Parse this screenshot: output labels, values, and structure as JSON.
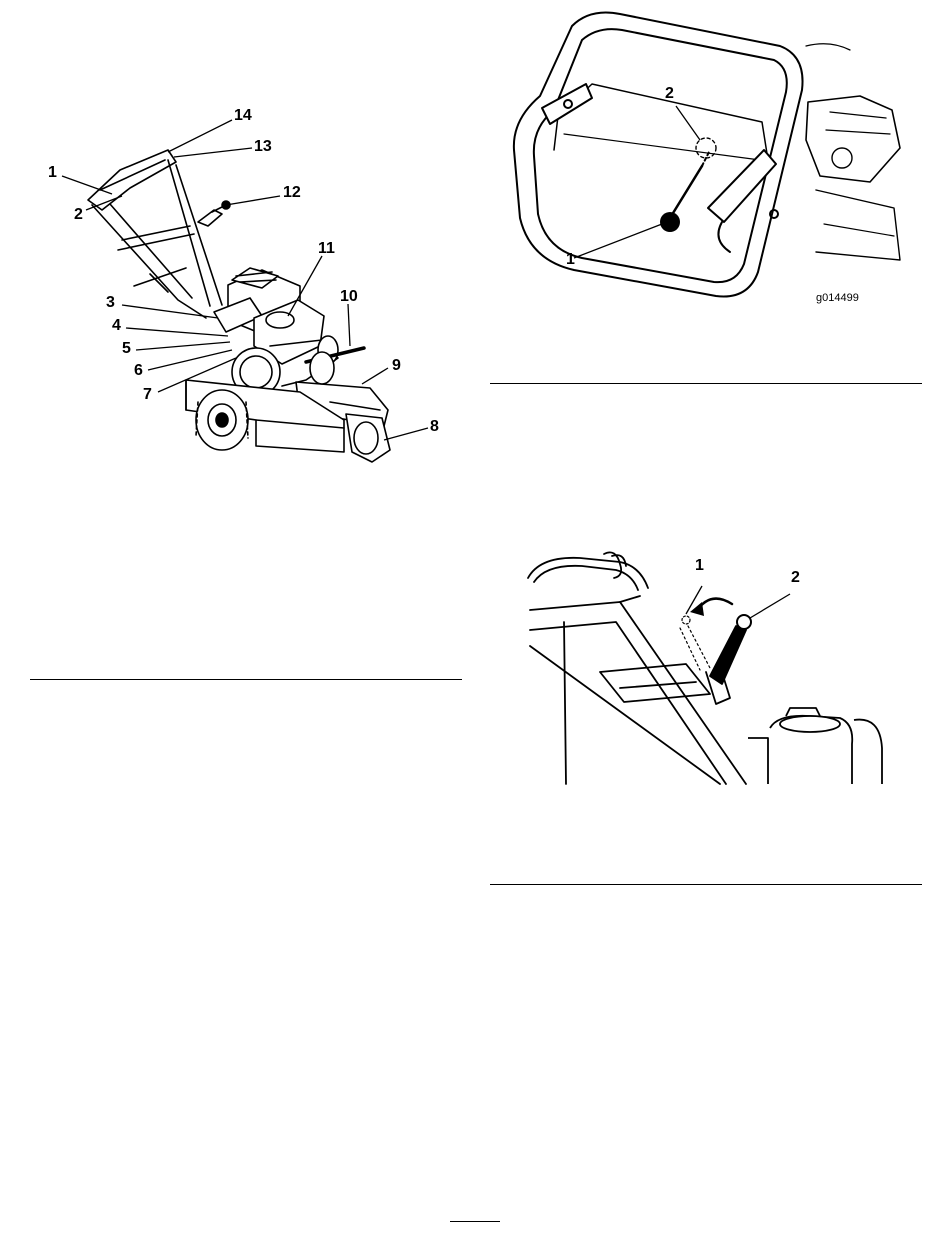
{
  "figure_machine": {
    "callouts": [
      "1",
      "2",
      "3",
      "4",
      "5",
      "6",
      "7",
      "8",
      "9",
      "10",
      "11",
      "12",
      "13",
      "14"
    ]
  },
  "figure_handle": {
    "callouts": [
      "1",
      "2"
    ],
    "figure_id": "g014499"
  },
  "figure_lever": {
    "callouts": [
      "1",
      "2"
    ]
  }
}
